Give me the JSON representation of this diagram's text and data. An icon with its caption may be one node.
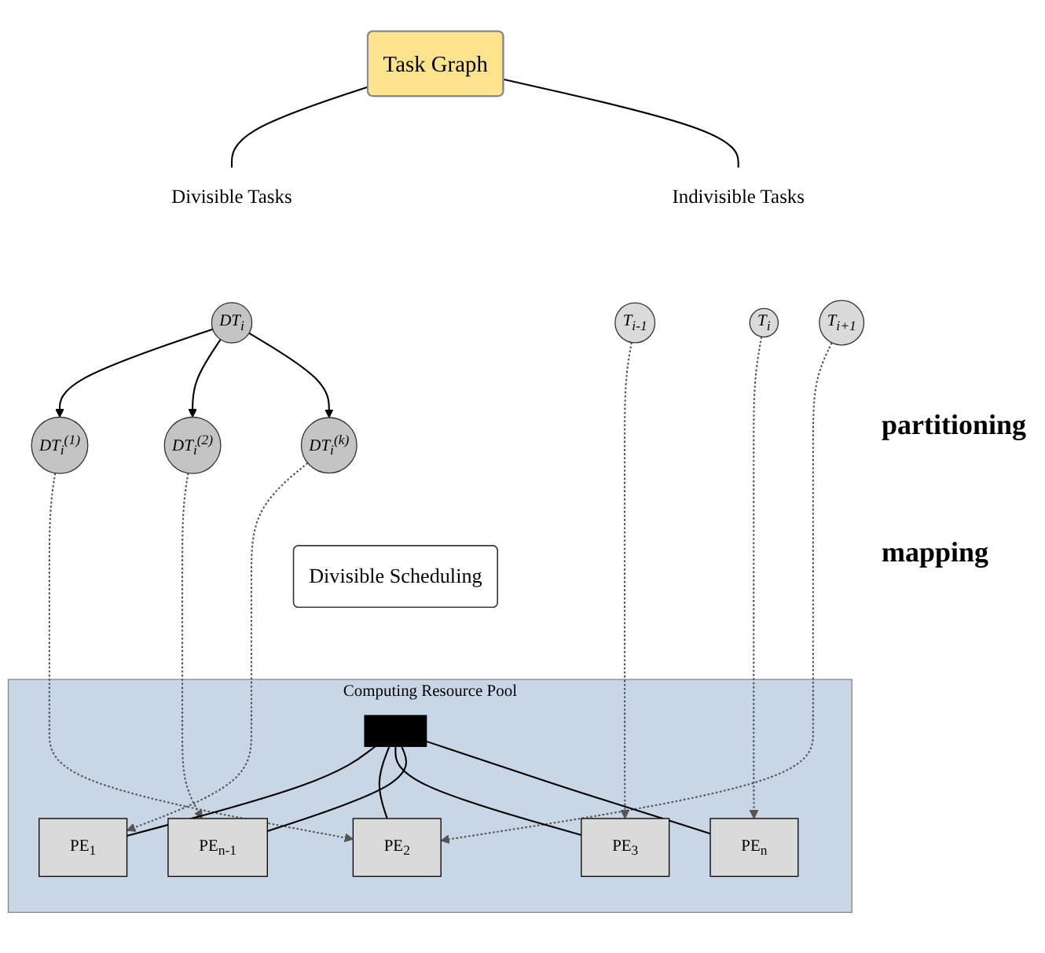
{
  "diagram": {
    "nodes": [
      {
        "text": [
          "Task Graph"
        ]
      },
      {
        "text": [
          "Divisible Tasks"
        ]
      },
      {
        "text": [
          "Indivisible Tasks"
        ]
      },
      {
        "text": [
          "DT$_{i}$"
        ]
      },
      {
        "text": [
          "DT$_{i}$$^{(1)}$"
        ]
      },
      {
        "text": [
          "DT$_{i}$$^{(2)}$"
        ]
      },
      {
        "text": [
          "DT$_{i}$$^{(k)}$"
        ]
      },
      {
        "text": [
          "T$_{i-1}$"
        ]
      },
      {
        "text": [
          "T$_{i}$"
        ]
      },
      {
        "text": [
          "T$_{i+1}$"
        ]
      },
      {
        "text": [
          "Divisible Scheduling"
        ]
      },
      {
        "text": [
          "Computing Resource Pool"
        ]
      },
      {
        "text": [],
        "shape": "bar",
        "in": 11
      },
      {
        "text": [
          "PE$_{1}$"
        ],
        "in": 11
      },
      {
        "text": [
          "PE$_{2}$"
        ],
        "in": 11
      },
      {
        "text": [
          "PE$_{3}$"
        ],
        "in": 11
      },
      {
        "text": [
          "PE$_{n-1}$"
        ],
        "in": 11
      },
      {
        "text": [
          "PE$_{n}$"
        ],
        "in": 11
      }
    ],
    "edges": [
      {
        "from": 0,
        "to": 1,
        "arrow": "none"
      },
      {
        "from": 0,
        "to": 2,
        "arrow": "none"
      },
      {
        "from": 3,
        "to": 4,
        "arrow": "to"
      },
      {
        "from": 3,
        "to": 5,
        "arrow": "to"
      },
      {
        "from": 3,
        "to": 6,
        "arrow": "to"
      },
      {
        "from": 4,
        "to": 14,
        "arrow": "to",
        "style": "dashed",
        "color": "#555555"
      },
      {
        "from": 5,
        "to": 16,
        "arrow": "to",
        "style": "dashed",
        "color": "#555555"
      },
      {
        "from": 6,
        "to": 13,
        "arrow": "to",
        "style": "dashed",
        "color": "#555555"
      },
      {
        "from": 7,
        "to": 15,
        "arrow": "to",
        "style": "dashed",
        "color": "#555555"
      },
      {
        "from": 8,
        "to": 17,
        "arrow": "to",
        "style": "dashed",
        "color": "#555555"
      },
      {
        "from": 9,
        "to": 14,
        "arrow": "to",
        "style": "dashed",
        "color": "#555555"
      },
      {
        "from": 12,
        "to": 13,
        "arrow": "none"
      },
      {
        "from": 12,
        "to": 14,
        "arrow": "none"
      },
      {
        "from": 12,
        "to": 15,
        "arrow": "none"
      },
      {
        "from": 12,
        "to": 16,
        "arrow": "none"
      },
      {
        "from": 12,
        "to": 17,
        "arrow": "none"
      }
    ],
    "labels": [
      "partitioning",
      "mapping"
    ]
  }
}
